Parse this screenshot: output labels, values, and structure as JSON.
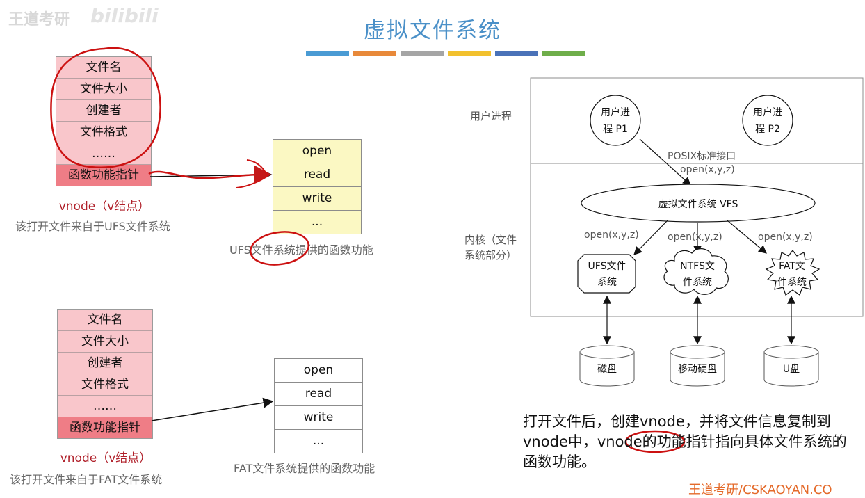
{
  "title": "虚拟文件系统",
  "accent_bars": [
    "#4a9bd4",
    "#e8893a",
    "#a5a5a5",
    "#f2c12e",
    "#4a72b8",
    "#6fae4a"
  ],
  "watermark": {
    "left": "王道考研",
    "logo": "bilibili"
  },
  "ufs_example": {
    "vnode_fields": [
      "文件名",
      "文件大小",
      "创建者",
      "文件格式",
      "……",
      "函数功能指针"
    ],
    "vnode_caption": "vnode（v结点）",
    "source_caption": "该打开文件来自于UFS文件系统",
    "functions": [
      "open",
      "read",
      "write",
      "..."
    ],
    "functions_caption": "UFS文件系统提供的函数功能"
  },
  "fat_example": {
    "vnode_fields": [
      "文件名",
      "文件大小",
      "创建者",
      "文件格式",
      "……",
      "函数功能指针"
    ],
    "vnode_caption": "vnode（v结点）",
    "source_caption": "该打开文件来自于FAT文件系统",
    "functions": [
      "open",
      "read",
      "write",
      "..."
    ],
    "functions_caption": "FAT文件系统提供的函数功能"
  },
  "diagram": {
    "user_layer_label": "用户进程",
    "kernel_layer_label_1": "内核（文件",
    "kernel_layer_label_2": "系统部分）",
    "p1_line1": "用户进",
    "p1_line2": "程 P1",
    "p2_line1": "用户进",
    "p2_line2": "程 P2",
    "posix_label": "POSIX标准接口",
    "open_call": "open(x,y,z)",
    "vfs_label": "虚拟文件系统 VFS",
    "open_ufs": "open(x,y,z)",
    "open_ntfs": "open(x,y,z)",
    "open_fat": "open(x,y,z)",
    "ufs_line1": "UFS文件",
    "ufs_line2": "系统",
    "ntfs_line1": "NTFS文",
    "ntfs_line2": "件系统",
    "fat_line1": "FAT文",
    "fat_line2": "件系统",
    "disk1": "磁盘",
    "disk2": "移动硬盘",
    "disk3": "U盘"
  },
  "description": "打开文件后，创建vnode，并将文件信息复制到vnode中，vnode的功能指针指向具体文件系统的函数功能。",
  "footer": "王道考研/CSKAOYAN.CO"
}
